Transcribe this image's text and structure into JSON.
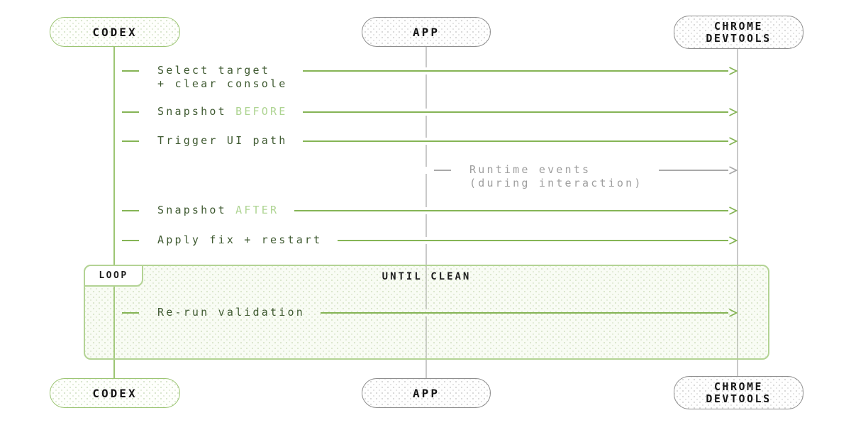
{
  "colors": {
    "green-line": "#85b455",
    "green-border": "#9cc573",
    "loop-border": "#b3d394",
    "green-text": "#3f5a31",
    "green-light-text": "#aed492",
    "gray-line": "#c9c9c9",
    "gray-border": "#8e8e8e",
    "gray-text": "#575757",
    "gray-light-text": "#9e9e9e",
    "dark-text": "#161616"
  },
  "actors": {
    "codex": {
      "label": "CODEX"
    },
    "app": {
      "label": "APP"
    },
    "devtools": {
      "line1": "CHROME",
      "line2": "DEVTOOLS"
    }
  },
  "messages": {
    "m1": {
      "line1": "Select target",
      "line2": "+ clear console"
    },
    "m2": {
      "label": "Snapshot",
      "suffix": "BEFORE"
    },
    "m3": {
      "label": "Trigger UI path"
    },
    "m4": {
      "line1": "Runtime events",
      "line2": "(during interaction)"
    },
    "m5": {
      "label": "Snapshot",
      "suffix": "AFTER"
    },
    "m6": {
      "label": "Apply fix + restart"
    }
  },
  "loop": {
    "tag": "LOOP",
    "condition": "UNTIL CLEAN",
    "message": "Re-run validation"
  }
}
